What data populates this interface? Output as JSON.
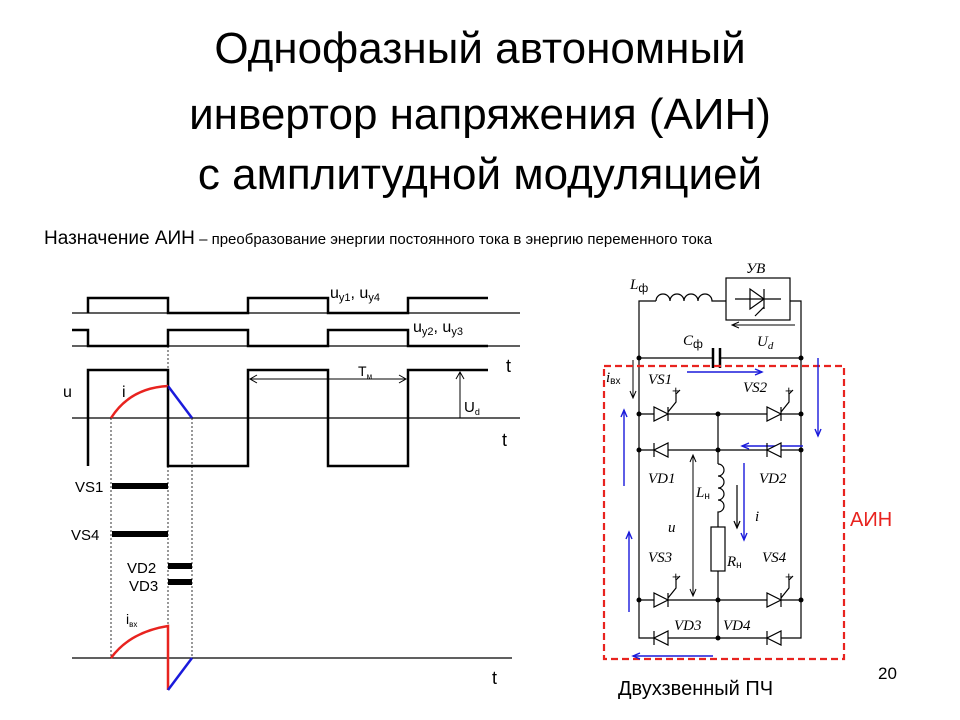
{
  "title": {
    "line1": "Однофазный автономный",
    "line2": "инвертор напряжения (АИН)",
    "line3": "с амплитудной модуляцией"
  },
  "subtitle": {
    "term": "Назначение АИН",
    "definition": " – преобразование энергии постоянного тока в энергию переменного тока"
  },
  "timing": {
    "uy14": "u",
    "uy14_sub1": "y1",
    "uy14_sep": ", u",
    "uy14_sub2": "y4",
    "uy23": "u",
    "uy23_sub1": "y2",
    "uy23_sep": ", u",
    "uy23_sub2": "y3",
    "u": "u",
    "i": "i",
    "tm": "T",
    "tm_sub": "м",
    "ud": "U",
    "ud_sub": "d",
    "t": "t",
    "vs1": "VS1",
    "vs4": "VS4",
    "vd2": "VD2",
    "vd3": "VD3",
    "ivx": "i",
    "ivx_sub": "вх"
  },
  "circuit": {
    "lf": "L",
    "lf_sub": "ф",
    "uv": "УВ",
    "cf": "C",
    "cf_sub": "ф",
    "ud": "U",
    "ud_sub": "d",
    "ivx": "i",
    "ivx_sub": "вх",
    "vs1": "VS1",
    "vs2": "VS2",
    "vs3": "VS3",
    "vs4": "VS4",
    "vd1": "VD1",
    "vd2": "VD2",
    "vd3": "VD3",
    "vd4": "VD4",
    "ln": "L",
    "ln_sub": "н",
    "rn": "R",
    "rn_sub": "н",
    "u": "u",
    "i": "i",
    "plus": "+",
    "ain_label": "АИН"
  },
  "caption": "Двухзвенный ПЧ",
  "page_number": "20",
  "colors": {
    "red": "#e8231f",
    "blue": "#1a1adb",
    "black": "#000000"
  }
}
